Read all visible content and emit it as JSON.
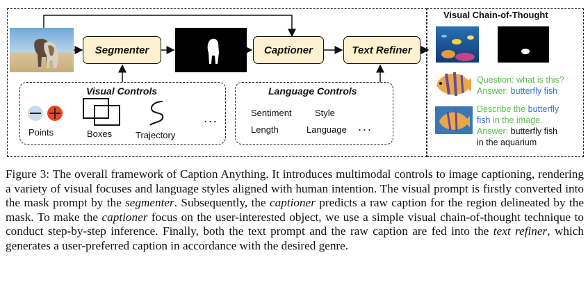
{
  "diagram": {
    "nodes": {
      "segmenter": "Segmenter",
      "captioner": "Captioner",
      "text_refiner": "Text Refiner"
    },
    "visual_controls": {
      "title": "Visual Controls",
      "items": [
        "Points",
        "Boxes",
        "Trajectory"
      ],
      "ellipsis": "..."
    },
    "language_controls": {
      "title": "Language Controls",
      "items": [
        "Sentiment",
        "Style",
        "Length",
        "Language"
      ],
      "ellipsis": "..."
    },
    "visual_cot": {
      "title": "Visual Chain-of-Thought",
      "qa1": {
        "question_prefix": "Question: what is this?",
        "answer_prefix": "Answer: ",
        "answer_value": "butterfly fish"
      },
      "qa2": {
        "line1_prefix": "Describe the ",
        "line1_blue": "butterfly",
        "line2_blue": "fish",
        "line2_suffix": " in the image.",
        "answer_prefix": "Answer: ",
        "answer_value": "butterfly fish",
        "answer_line2": "in the aquarium"
      }
    }
  },
  "caption": {
    "label": "Figure 3:",
    "s1": " The overall framework of Caption Anything. It introduces multimodal controls to image captioning, rendering a variety of visual focuses and language styles aligned with human intention. The visual prompt is firstly converted into the mask prompt by the ",
    "e1": "segmenter",
    "s2": ". Subsequently, the ",
    "e2": "captioner",
    "s3": " predicts a raw caption for the region delineated by the mask. To make the ",
    "e3": "captioner",
    "s4": " focus on the user-interested object, we use a simple visual chain-of-thought technique to conduct step-by-step inference. Finally, both the text prompt and the raw caption are fed into the ",
    "e4": "text refiner",
    "s5": ", which generates a user-preferred caption in accordance with the desired genre."
  },
  "colors": {
    "node_fill": "#fdf1cf",
    "plus_point": "#e8481f",
    "minus_point": "#c9dcef",
    "qa_green": "#5bbf4c",
    "qa_blue": "#3a6fd8"
  }
}
